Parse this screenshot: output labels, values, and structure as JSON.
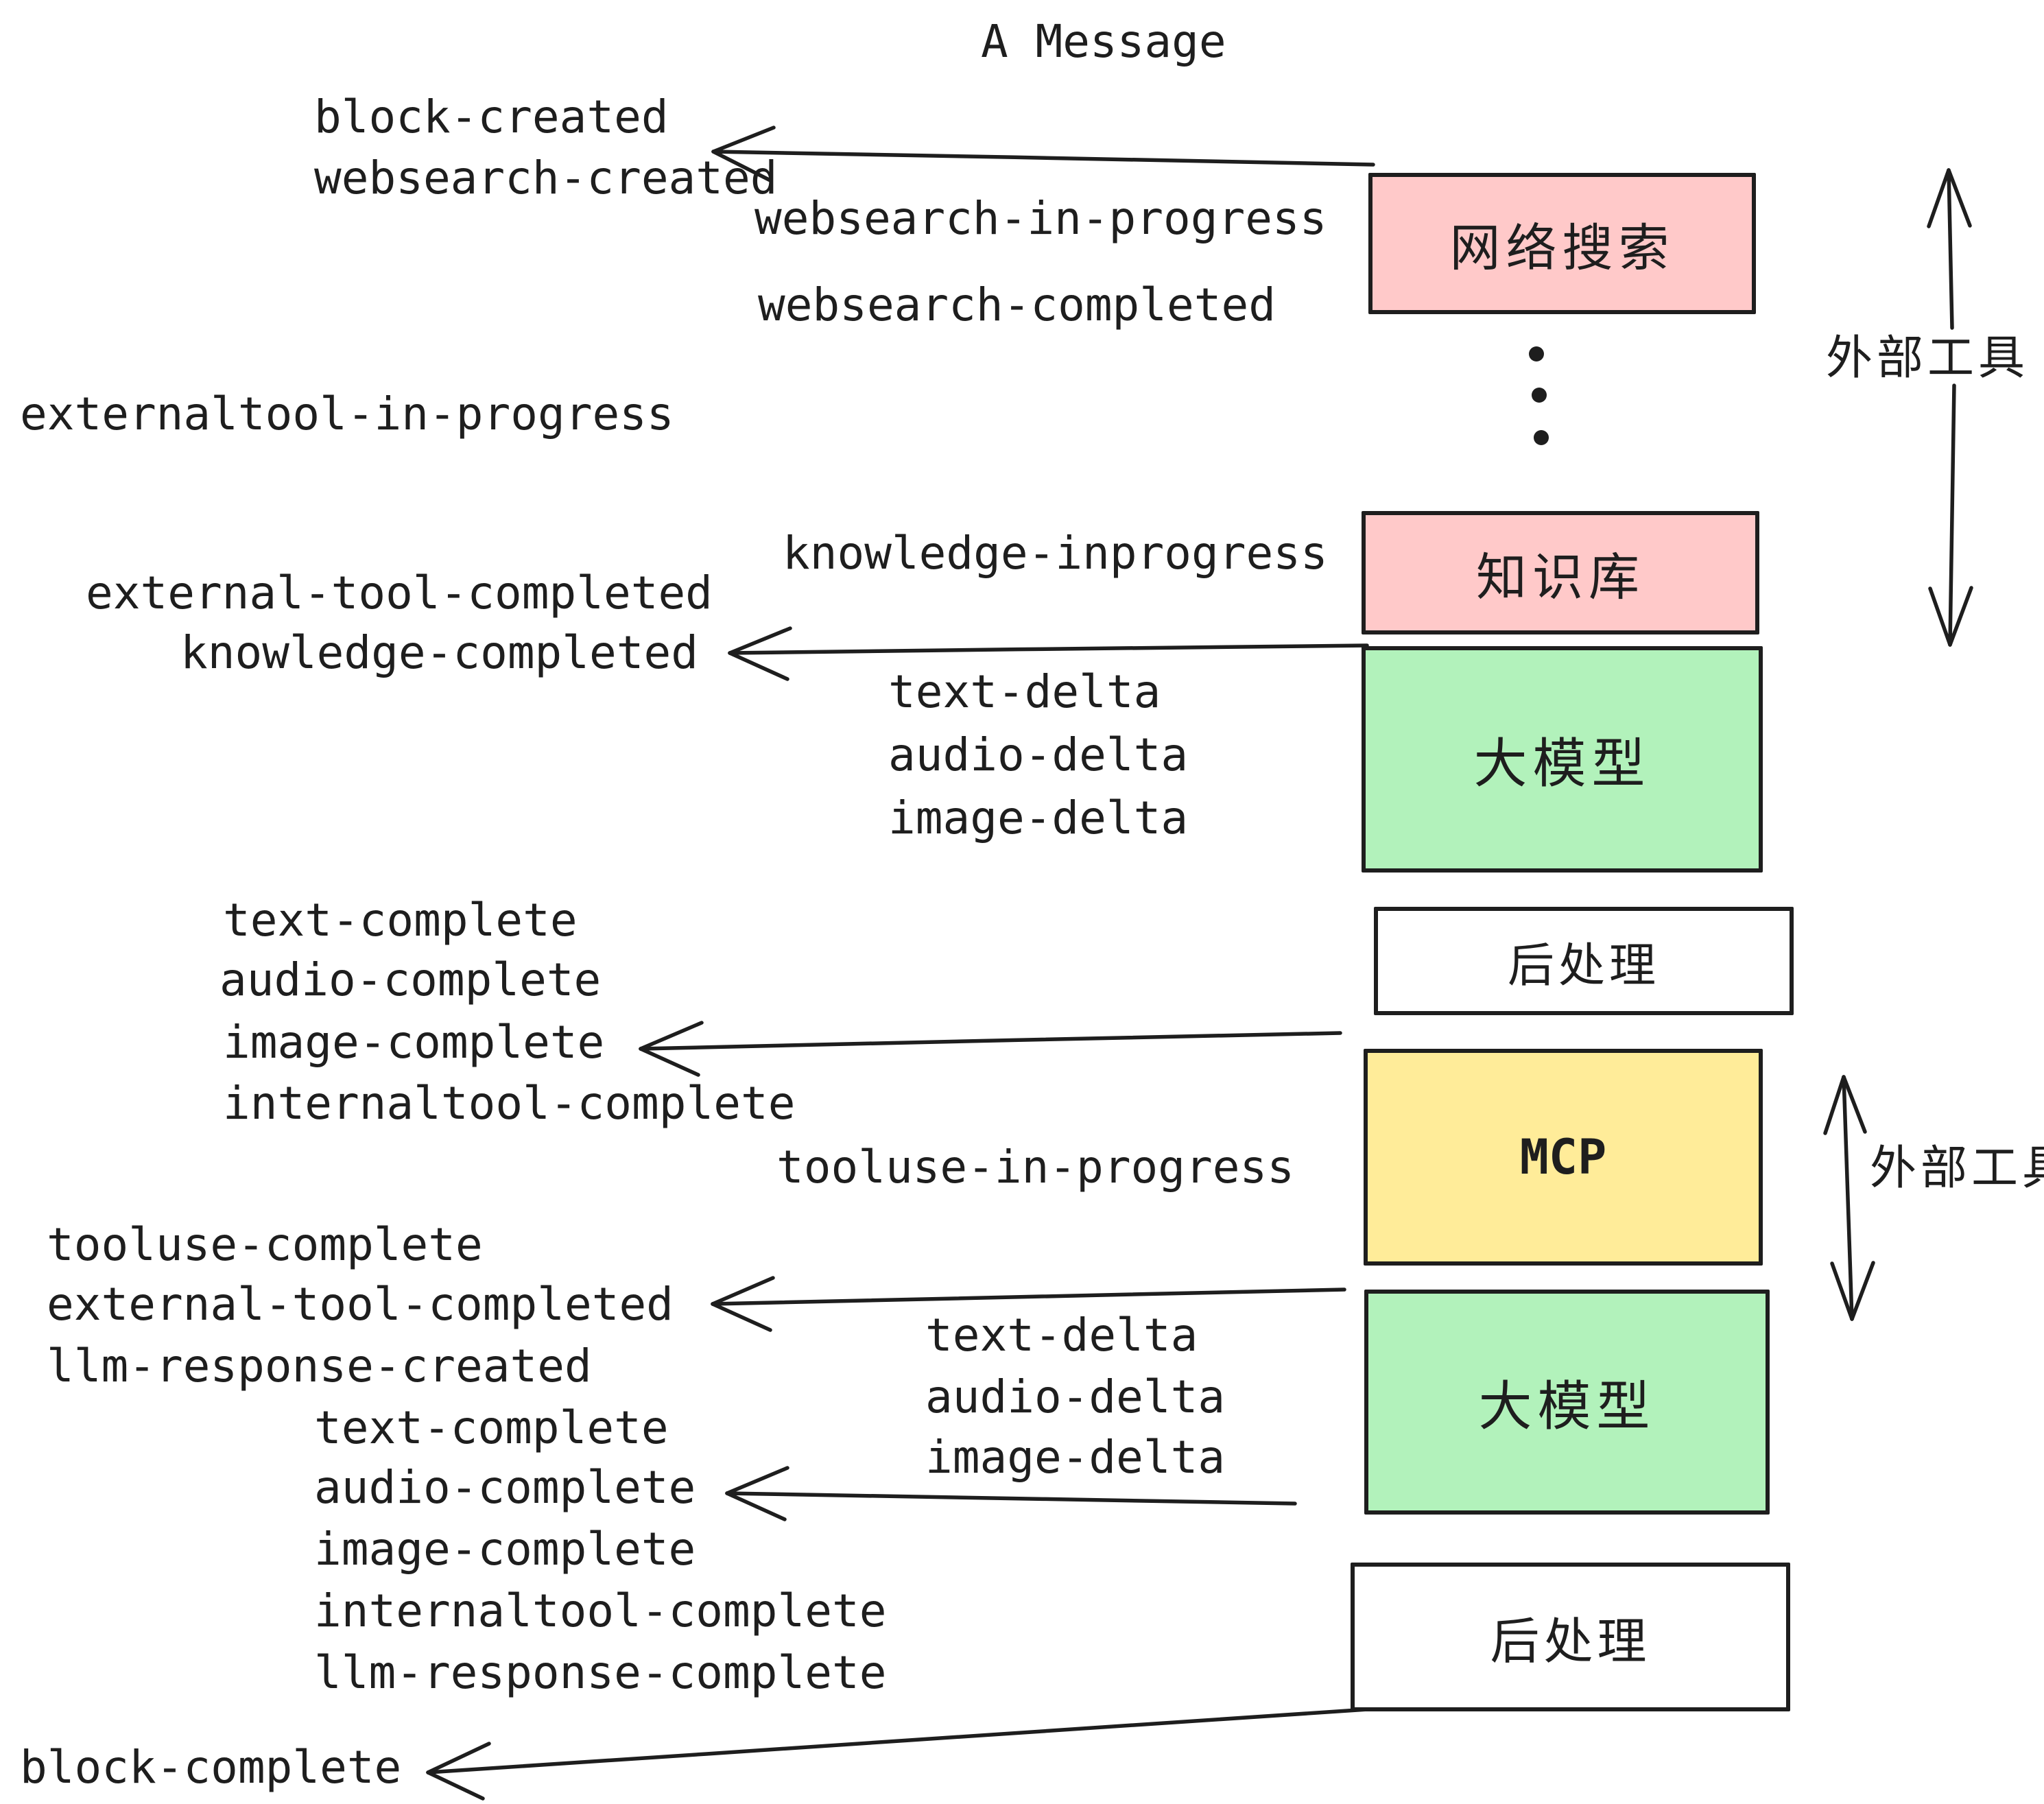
{
  "title": "A Message",
  "events": [
    "block-created",
    "websearch-created",
    "websearch-in-progress",
    "websearch-completed",
    "externaltool-in-progress",
    "knowledge-inprogress",
    "external-tool-completed",
    "knowledge-completed",
    "text-delta",
    "audio-delta",
    "image-delta",
    "text-complete",
    "audio-complete",
    "image-complete",
    "internaltool-complete",
    "tooluse-in-progress",
    "tooluse-complete",
    "external-tool-completed",
    "llm-response-created",
    "text-complete",
    "audio-complete",
    "image-complete",
    "internaltool-complete",
    "llm-response-complete",
    "block-complete"
  ],
  "boxes": [
    {
      "label": "网络搜索",
      "color": "#ffc9c9"
    },
    {
      "label": "知识库",
      "color": "#ffc9c9"
    },
    {
      "label": "大模型",
      "color": "#b2f2bb"
    },
    {
      "label": "后处理",
      "color": "#ffffff"
    },
    {
      "label": "MCP",
      "color": "#ffec99"
    },
    {
      "label": "大模型",
      "color": "#b2f2bb"
    },
    {
      "label": "后处理",
      "color": "#ffffff"
    }
  ],
  "annotations": {
    "external_tools_top": "外部工具",
    "external_tools_mid": "外部工具"
  },
  "colors": {
    "background": "#ffffff",
    "line": "#1e1e1e",
    "pink": "#ffc9c9",
    "green": "#b2f2bb",
    "yellow": "#ffec99",
    "white_box": "#ffffff"
  }
}
